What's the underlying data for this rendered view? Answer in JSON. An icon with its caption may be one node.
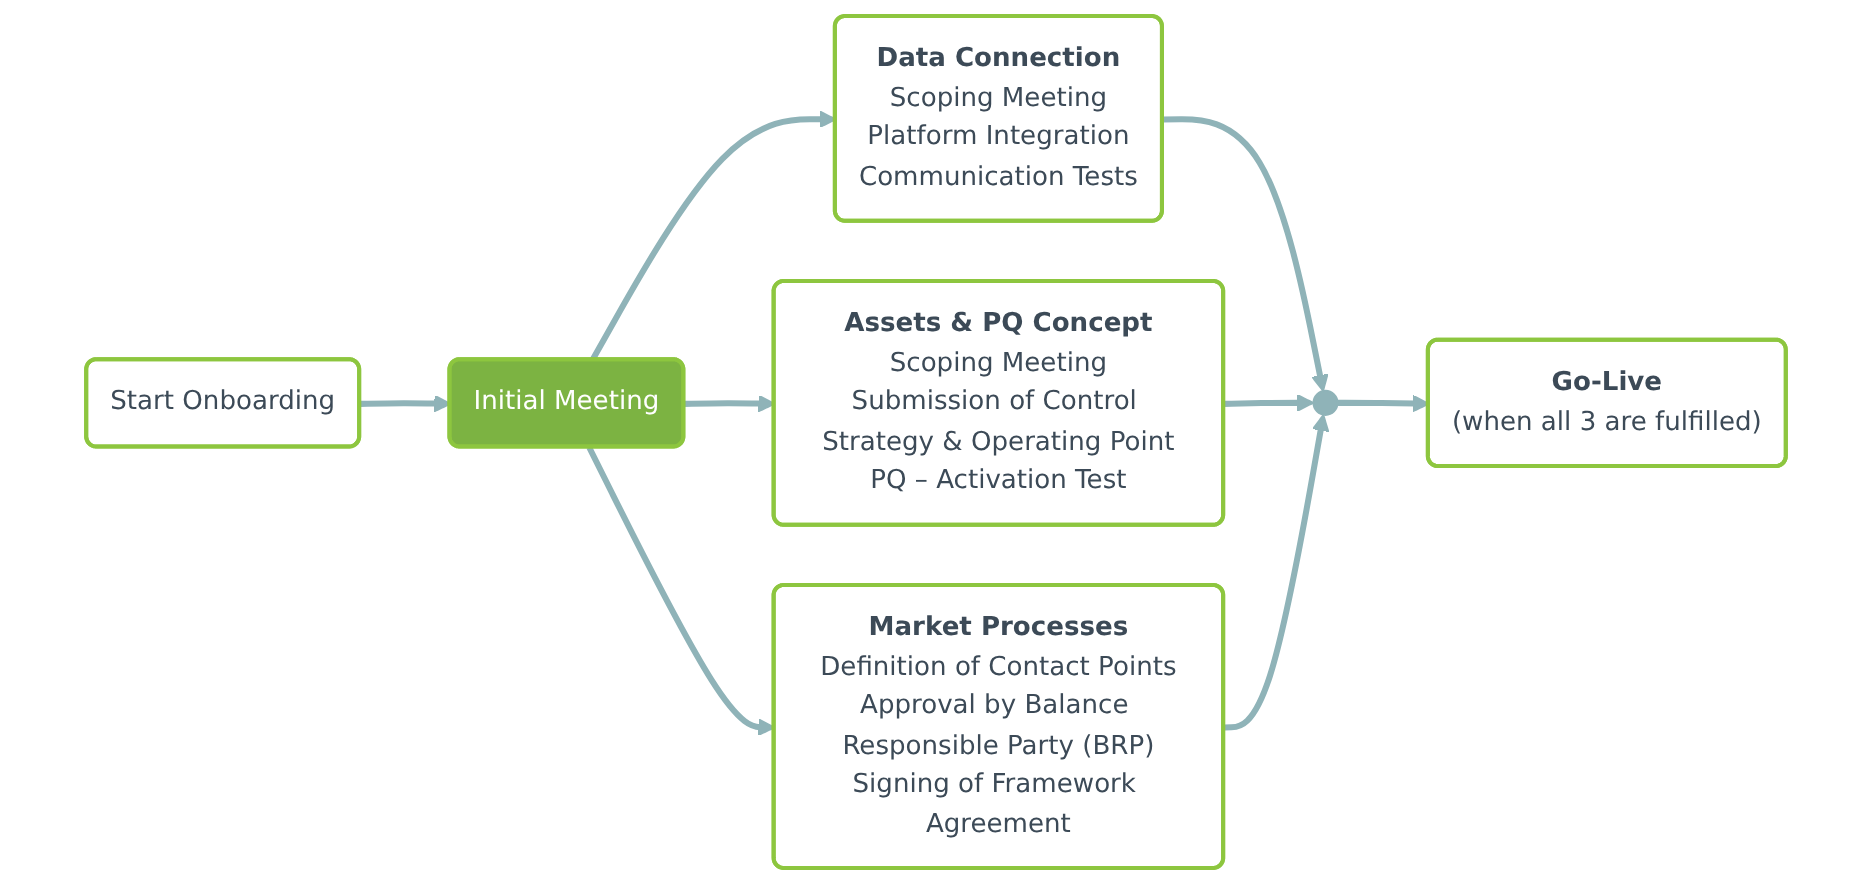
{
  "diagram": {
    "nodes": [
      {
        "text": [
          "Start Onboarding"
        ]
      },
      {
        "text": [
          "Initial Meeting"
        ]
      },
      {
        "text": [
          "Data Connection",
          "Scoping Meeting",
          "Platform Integration",
          "Communication Tests"
        ]
      },
      {
        "text": [
          "Assets & PQ Concept",
          "Scoping Meeting",
          "Submission of Control Strategy & Operating Point",
          "PQ – Activation Test"
        ]
      },
      {
        "text": [
          "Market Processes",
          "Definition of Contact Points",
          "Approval by Balance Responsible Party (BRP)",
          "Signing of Framework Agreement"
        ]
      },
      {
        "text": [],
        "shape": "circle"
      },
      {
        "text": [
          "Go-Live",
          "(when all 3 are fulfilled)"
        ]
      }
    ],
    "edges": [
      {
        "from": 0,
        "to": 1,
        "arrow": "to"
      },
      {
        "from": 1,
        "to": 2,
        "arrow": "to"
      },
      {
        "from": 1,
        "to": 3,
        "arrow": "to"
      },
      {
        "from": 1,
        "to": 4,
        "arrow": "to"
      },
      {
        "from": 2,
        "to": 5,
        "arrow": "to"
      },
      {
        "from": 3,
        "to": 5,
        "arrow": "to"
      },
      {
        "from": 4,
        "to": 5,
        "arrow": "to"
      },
      {
        "from": 5,
        "to": 6,
        "arrow": "to"
      }
    ]
  }
}
